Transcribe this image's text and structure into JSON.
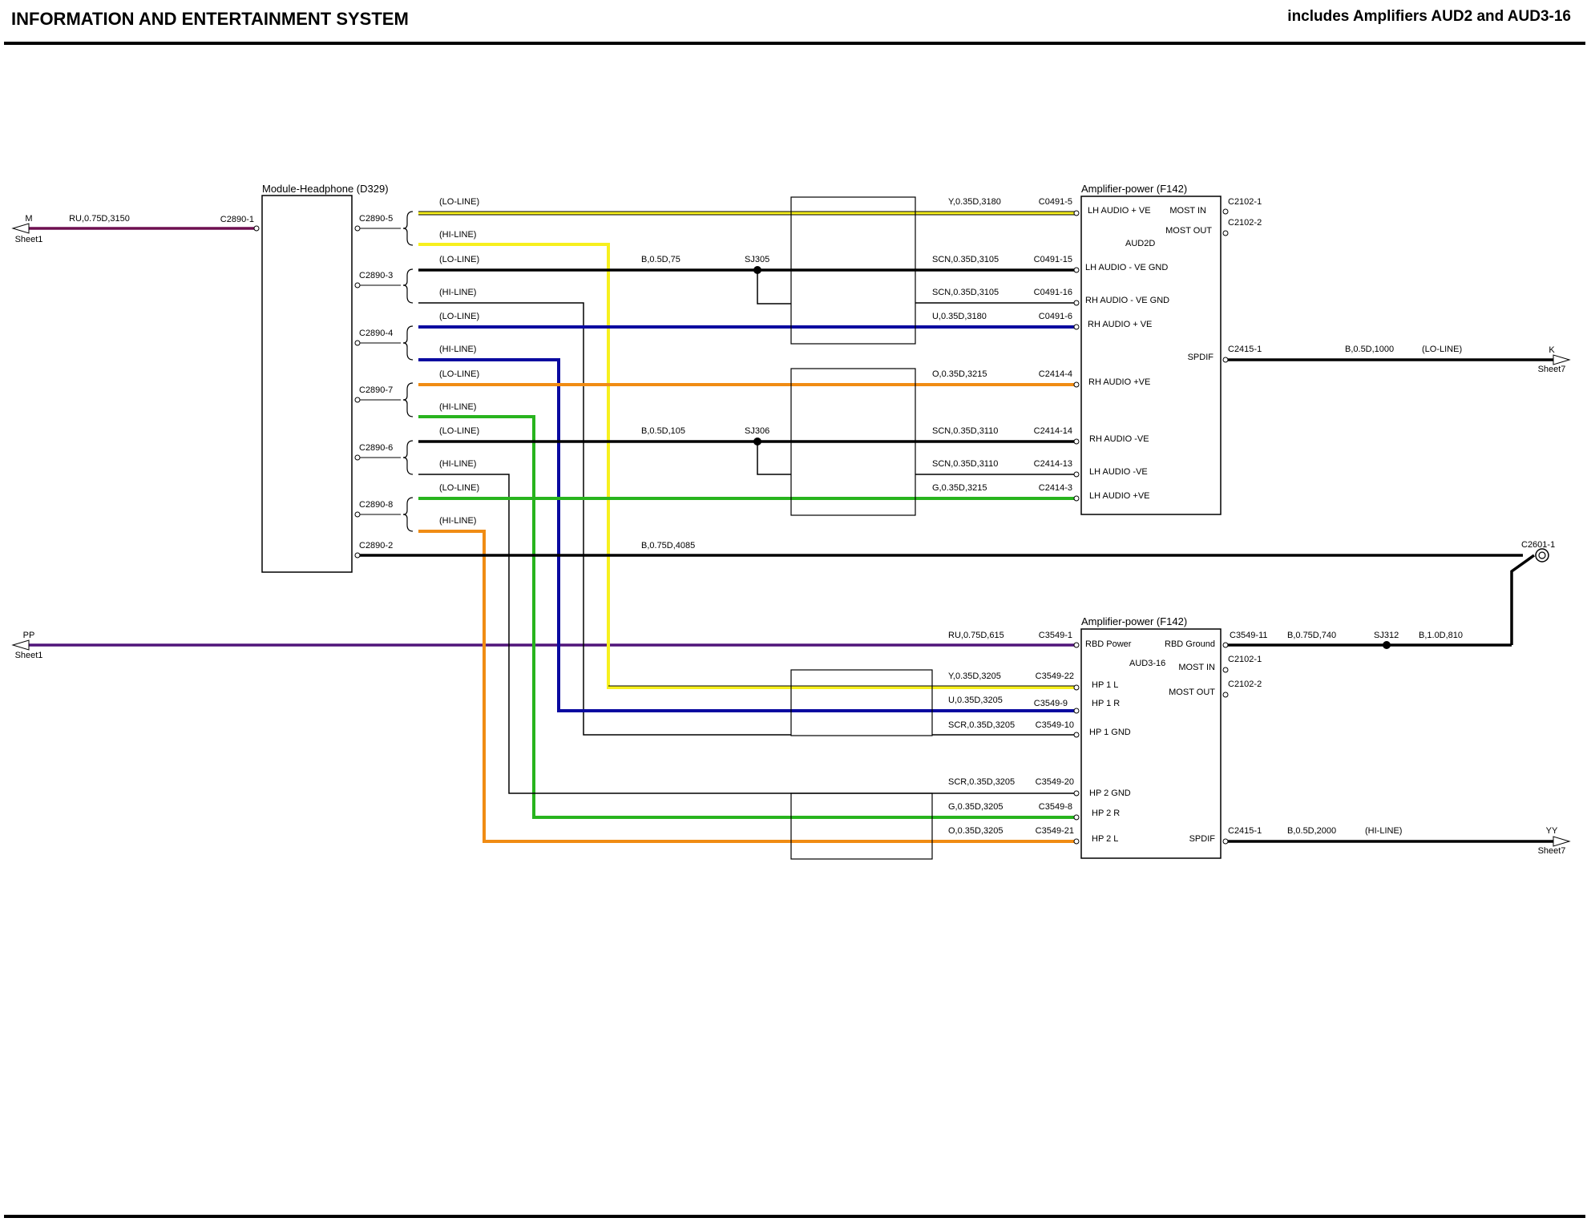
{
  "header": {
    "title": "INFORMATION AND ENTERTAINMENT SYSTEM",
    "subtitle": "includes Amplifiers AUD2 and AUD3-16"
  },
  "headphone_module": {
    "title": "Module-Headphone (D329)",
    "input_connector": "C2890-1",
    "connectors": [
      "C2890-5",
      "C2890-3",
      "C2890-4",
      "C2890-7",
      "C2890-6",
      "C2890-8",
      "C2890-2"
    ]
  },
  "line_labels": {
    "lo": "(LO-LINE)",
    "hi": "(HI-LINE)"
  },
  "offsheet": {
    "m": {
      "letter": "M",
      "sheet": "Sheet1",
      "wire": "RU,0.75D,3150"
    },
    "pp": {
      "letter": "PP",
      "sheet": "Sheet1"
    },
    "k": {
      "letter": "K",
      "sheet": "Sheet7"
    },
    "yy": {
      "letter": "YY",
      "sheet": "Sheet7"
    }
  },
  "splices": {
    "sj305": "SJ305",
    "sj306": "SJ306",
    "sj312": "SJ312"
  },
  "amp_top": {
    "title": "Amplifier-power (F142)",
    "id": "AUD2D",
    "pins": [
      "LH AUDIO + VE",
      "LH AUDIO - VE GND",
      "RH AUDIO - VE GND",
      "RH AUDIO + VE",
      "RH AUDIO +VE",
      "RH AUDIO -VE",
      "LH AUDIO -VE",
      "LH AUDIO +VE"
    ],
    "right_pins": [
      "MOST IN",
      "MOST OUT",
      "SPDIF"
    ],
    "left_connectors": [
      "C0491-5",
      "C0491-15",
      "C0491-16",
      "C0491-6",
      "C2414-4",
      "C2414-14",
      "C2414-13",
      "C2414-3"
    ],
    "right_connectors": [
      "C2102-1",
      "C2102-2",
      "C2415-1"
    ]
  },
  "amp_bottom": {
    "title": "Amplifier-power (F142)",
    "id": "AUD3-16",
    "pins": [
      "RBD Power",
      "HP 1 L",
      "HP 1 R",
      "HP 1 GND",
      "HP 2 GND",
      "HP 2 R",
      "HP 2 L"
    ],
    "right_pins": [
      "RBD Ground",
      "MOST IN",
      "MOST OUT",
      "SPDIF"
    ],
    "left_connectors": [
      "C3549-1",
      "C3549-22",
      "C3549-9",
      "C3549-10",
      "C3549-20",
      "C3549-8",
      "C3549-21"
    ],
    "right_connectors": [
      "C3549-11",
      "C2102-1",
      "C2102-2",
      "C2415-1"
    ]
  },
  "ground": {
    "connector": "C2601-1"
  },
  "wires": {
    "w1": "Y,0.35D,3180",
    "w2": "B,0.5D,75",
    "w3": "SCN,0.35D,3105",
    "w4": "SCN,0.35D,3105",
    "w5": "U,0.35D,3180",
    "w6": "O,0.35D,3215",
    "w7": "B,0.5D,105",
    "w8": "SCN,0.35D,3110",
    "w9": "SCN,0.35D,3110",
    "w10": "G,0.35D,3215",
    "w11": "B,0.75D,4085",
    "w12": "RU,0.75D,615",
    "w13": "Y,0.35D,3205",
    "w14": "U,0.35D,3205",
    "w15": "SCR,0.35D,3205",
    "w16": "SCR,0.35D,3205",
    "w17": "G,0.35D,3205",
    "w18": "O,0.35D,3205",
    "w19": "B,0.5D,1000",
    "w20": "B,0.5D,2000",
    "w21": "B,0.75D,740",
    "w22": "B,1.0D,810"
  },
  "colors": {
    "yellow": "#f7f01e",
    "blue": "#0a0aa0",
    "orange": "#f08c14",
    "green": "#28b41e",
    "purple": "#50147a",
    "black": "#000000"
  }
}
